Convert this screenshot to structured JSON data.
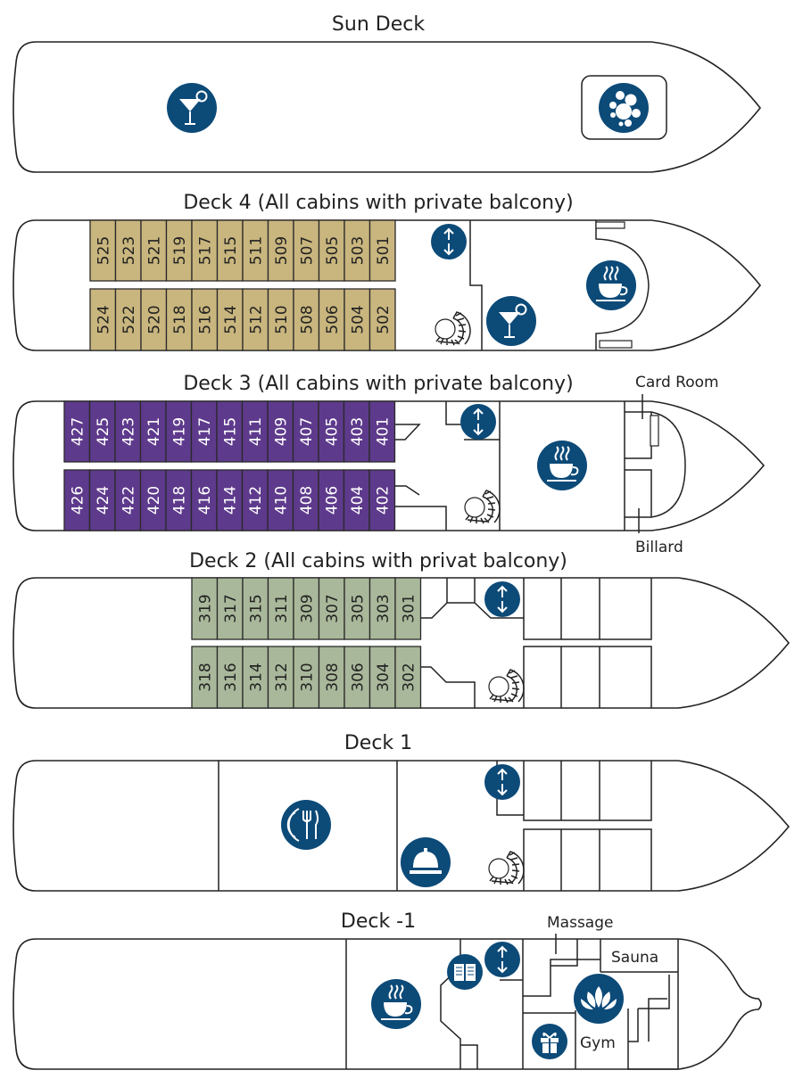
{
  "colors": {
    "icon": "#0c4a78",
    "deck4_cabin": "#c9b67e",
    "deck3_cabin": "#5e3a8c",
    "deck2_cabin": "#a9b89a"
  },
  "decks": {
    "sun": {
      "title": "Sun Deck",
      "icons": [
        "cocktail-bar-icon",
        "whirlpool-icon"
      ]
    },
    "d4": {
      "title": "Deck 4 (All cabins with private balcony)",
      "top": [
        "525",
        "523",
        "521",
        "519",
        "517",
        "515",
        "511",
        "509",
        "507",
        "505",
        "503",
        "501"
      ],
      "bottom": [
        "524",
        "522",
        "520",
        "518",
        "516",
        "514",
        "512",
        "510",
        "508",
        "506",
        "504",
        "502"
      ]
    },
    "d3": {
      "title": "Deck 3 (All cabins with private balcony)",
      "top": [
        "427",
        "425",
        "423",
        "421",
        "419",
        "417",
        "415",
        "411",
        "409",
        "407",
        "405",
        "403",
        "401"
      ],
      "bottom": [
        "426",
        "424",
        "422",
        "420",
        "418",
        "416",
        "414",
        "412",
        "410",
        "408",
        "406",
        "404",
        "402"
      ],
      "card_room": "Card Room",
      "billard": "Billard"
    },
    "d2": {
      "title": "Deck 2 (All cabins with privat balcony)",
      "top": [
        "319",
        "317",
        "315",
        "311",
        "309",
        "307",
        "305",
        "303",
        "301"
      ],
      "bottom": [
        "318",
        "316",
        "314",
        "312",
        "310",
        "308",
        "306",
        "304",
        "302"
      ]
    },
    "d1": {
      "title": "Deck 1"
    },
    "dm1": {
      "title": "Deck -1",
      "massage": "Massage",
      "sauna": "Sauna",
      "gym": "Gym"
    }
  }
}
